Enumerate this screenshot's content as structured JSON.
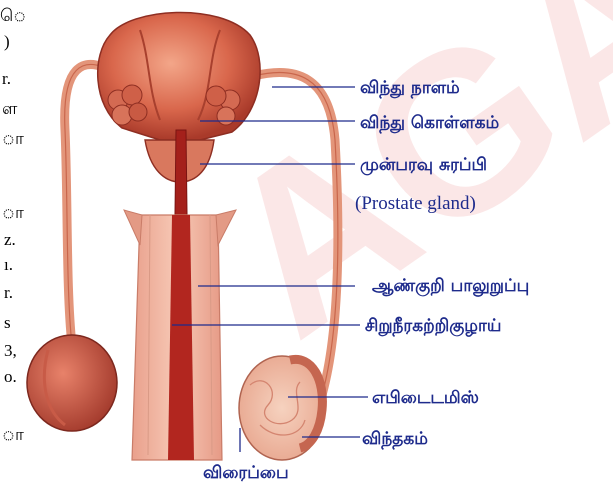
{
  "labels": {
    "vas_deferens": "விந்து நாளம்",
    "seminal_vesicle": "விந்து கொள்ளகம்",
    "prostate": "முன்பரவு சுரப்பி",
    "prostate_en": "(Prostate gland)",
    "penis": "ஆண்குறி பாலுறுப்பு",
    "urethra": "சிறுநீரகற்றிகுழாய்",
    "epididymis": "எபிடைடமிஸ்",
    "testis": "விந்தகம்",
    "scrotum": "விரைப்பை"
  },
  "edge_text": [
    "ெ",
    ")",
    "r.",
    "ள",
    "ா",
    "ா",
    "z.",
    "ı.",
    "r.",
    "s",
    "3,",
    "o.",
    "ா"
  ],
  "watermark": "AGAI"
}
